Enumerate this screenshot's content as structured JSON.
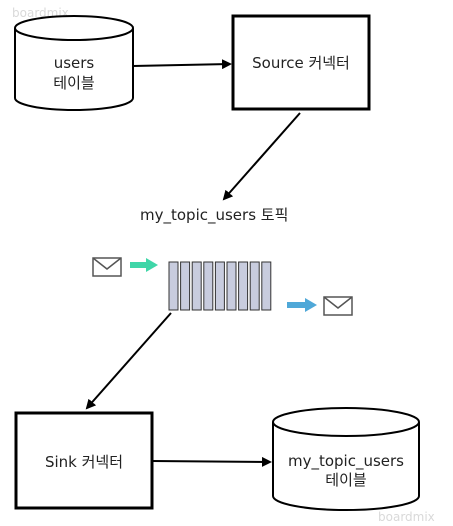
{
  "watermark": "boardmix",
  "nodes": {
    "users_table": {
      "line1": "users",
      "line2": "테이블"
    },
    "source_connector": {
      "label": "Source 커넥터"
    },
    "topic": {
      "label": "my_topic_users 토픽"
    },
    "sink_connector": {
      "label": "Sink 커넥터"
    },
    "target_table": {
      "line1": "my_topic_users",
      "line2": "테이블"
    }
  },
  "colors": {
    "stroke": "#000000",
    "queue_cell": "#c8ccde",
    "inbound_arrow": "#3fd6a8",
    "outbound_arrow": "#4fa8d8",
    "envelope": "#555555"
  },
  "icons": {
    "incoming_message": "envelope-icon",
    "outgoing_message": "envelope-icon"
  }
}
